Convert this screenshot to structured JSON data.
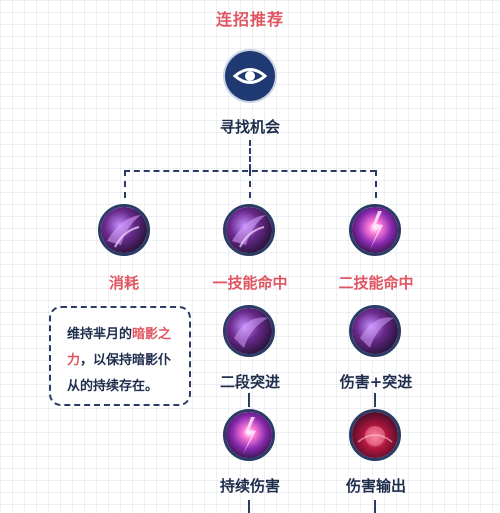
{
  "title": "连招推荐",
  "root": {
    "label": "寻找机会",
    "icon": "eye-icon"
  },
  "branches": [
    {
      "label": "消耗",
      "icon": "shadow-blade-skill-icon"
    },
    {
      "label": "一技能命中",
      "icon": "shadow-blade-skill-icon"
    },
    {
      "label": "二技能命中",
      "icon": "lightning-strike-skill-icon"
    }
  ],
  "tip": {
    "text_before": "维持芈月的",
    "highlight": "暗影之力",
    "text_after": "，以保持暗影仆从的持续存在。"
  },
  "step2": [
    {
      "label": "二段突进",
      "icon": "shadow-blade-skill-icon"
    },
    {
      "label": "伤害+突进",
      "icon": "shadow-blade-skill-icon"
    }
  ],
  "step3": [
    {
      "label": "持续伤害",
      "icon": "lightning-strike-skill-icon"
    },
    {
      "label": "伤害输出",
      "icon": "red-orb-skill-icon"
    }
  ],
  "colors": {
    "accent_red": "#e05560",
    "navy": "#1f3a73",
    "dark_text": "#1f2d4d"
  }
}
